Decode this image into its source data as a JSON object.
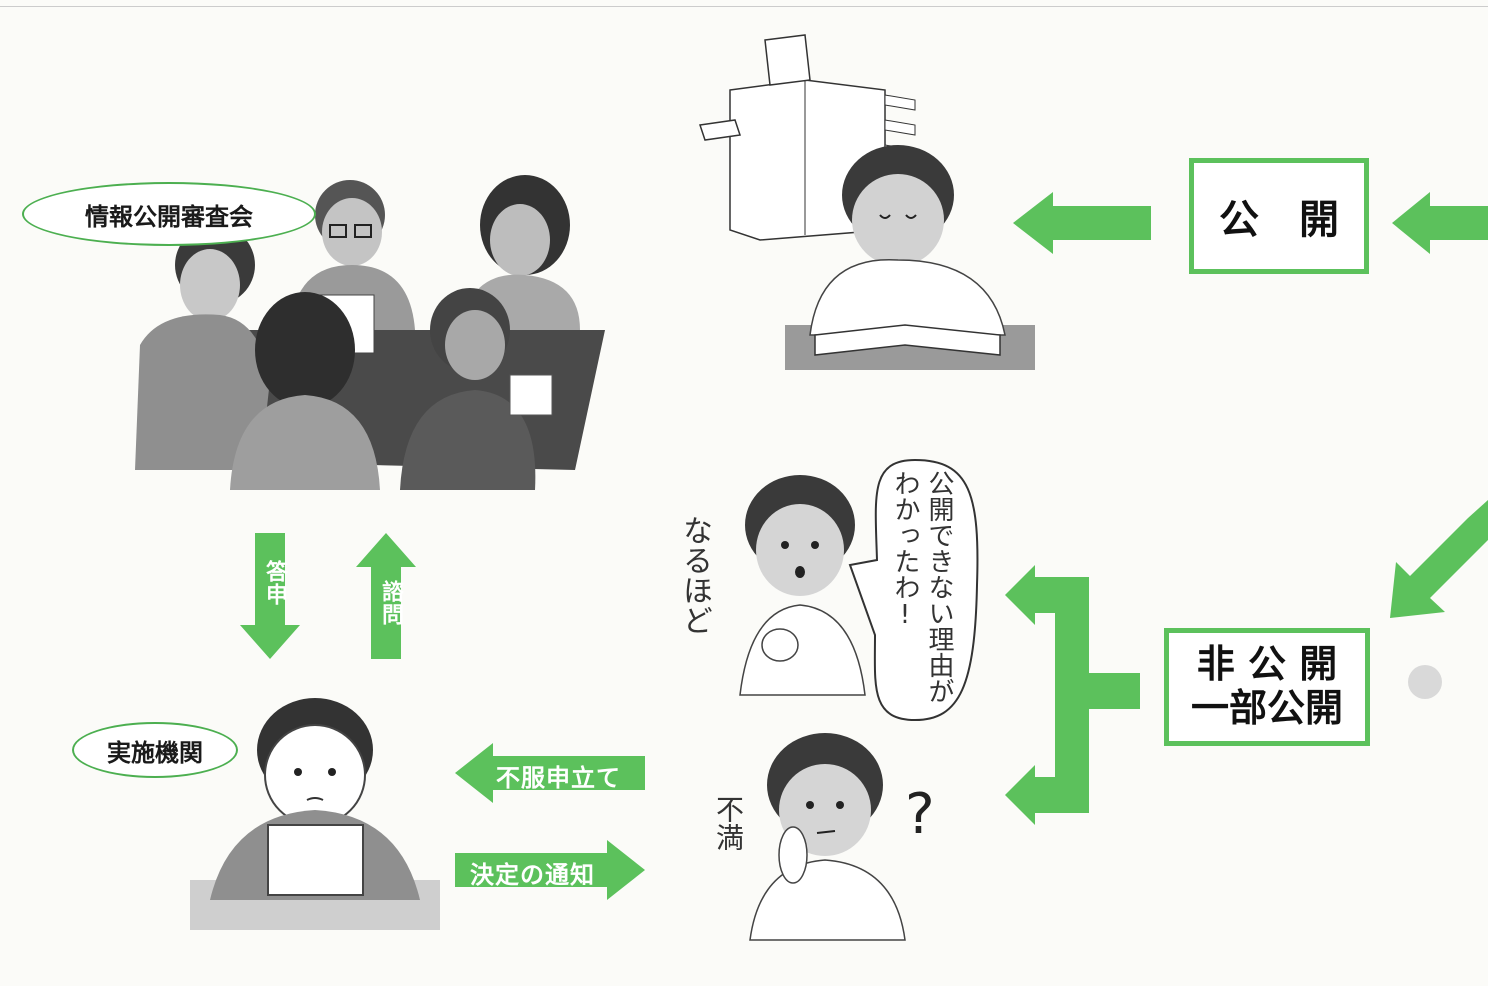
{
  "council_label": "情報公開審査会",
  "agency_label": "実施機関",
  "arrow_toshin": "答申",
  "arrow_shimon": "諮問",
  "arrow_fufuku": "不服申立て",
  "arrow_kettei": "決定の通知",
  "box_public": "公　開",
  "box_nonpublic_line1": "非 公 開",
  "box_nonpublic_line2": "一部公開",
  "speech_bubble": "公開できない理由がわかったわ!",
  "naruhodo": "なるほど",
  "fuman": "不満",
  "question_mark": "?",
  "colors": {
    "arrow_green": "#5cc15c",
    "oval_border": "#4caf50"
  }
}
